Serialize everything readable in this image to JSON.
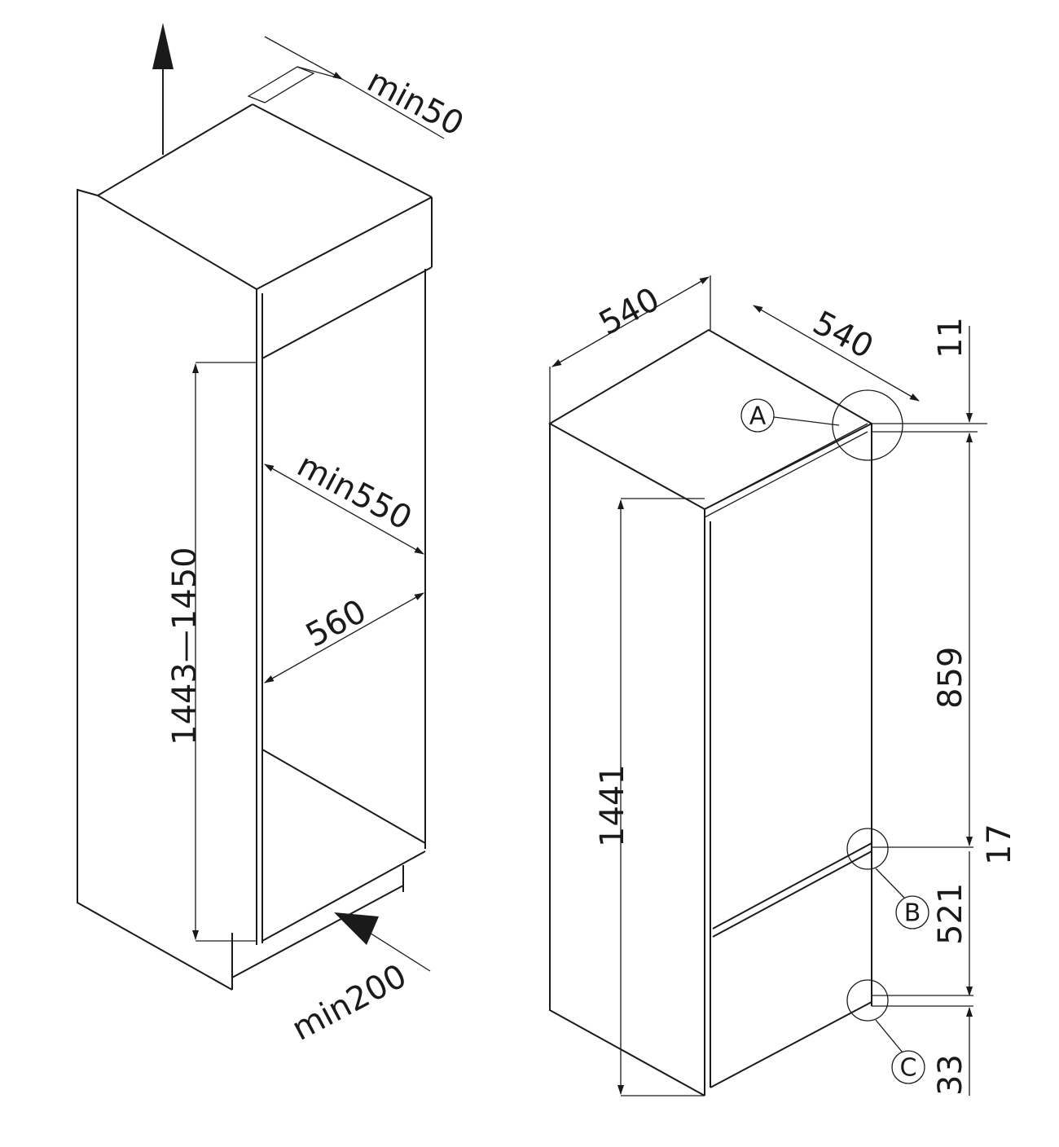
{
  "cabinet": {
    "top_clearance": "min50",
    "niche_depth": "min550",
    "niche_width": "560",
    "niche_height": "1443—1450",
    "vent_opening": "min200"
  },
  "appliance": {
    "width": "540",
    "depth": "540",
    "height": "1441",
    "detail_a": "A",
    "detail_b": "B",
    "detail_c": "C",
    "dim_top": "11",
    "dim_upper_door": "859",
    "dim_gap": "17",
    "dim_lower_door": "521",
    "dim_bottom": "33"
  }
}
